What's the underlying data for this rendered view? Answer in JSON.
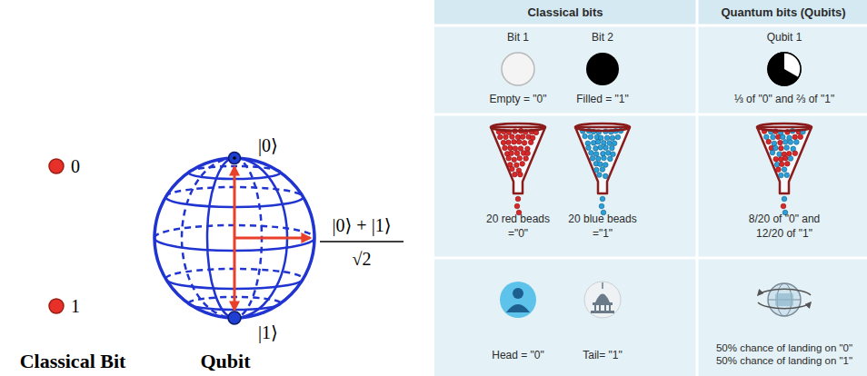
{
  "diagram": {
    "labels": [
      "0",
      "1",
      "Classical Bit",
      "|0⟩",
      "|1⟩",
      "|0⟩ + |1⟩",
      "√2",
      "Qubit",
      "Classical bits",
      "Quantum bits (Qubits)",
      "Bit 1",
      "Bit 2",
      "Qubit 1",
      "Empty = \"0\"",
      "Filled = \"1\"",
      "⅓ of \"0\" and ⅔ of \"1\"",
      "20 red beads =\"0\"",
      "20 blue beads =\"1\"",
      "8/20 of \"0\" and 12/20 of \"1\"",
      "Head = \"0\"",
      "Tail= \"1\"",
      "50% chance of landing on \"0\" 50% chance of landing on \"1\""
    ]
  }
}
